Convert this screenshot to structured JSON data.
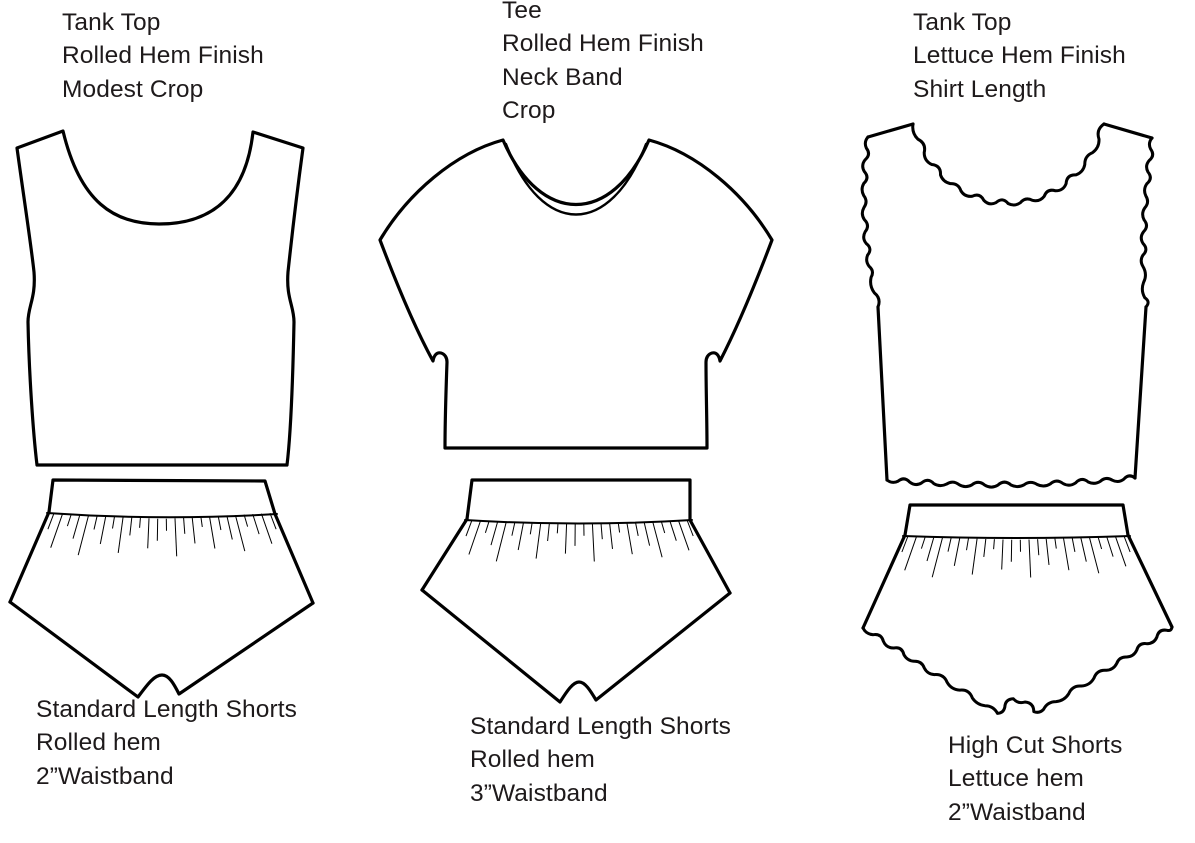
{
  "palette": {
    "background": "#ffffff",
    "line": "#000000",
    "text": "#1e1a1b"
  },
  "columns": [
    {
      "top_label": {
        "lines": [
          "Tank Top",
          "Rolled Hem Finish",
          "Modest Crop"
        ]
      },
      "top_garment": "tank-top-rolled-hem-modest-crop",
      "bottom_garment": "standard-length-shorts-2in-waistband",
      "bottom_label": {
        "lines": [
          "Standard Length Shorts",
          "Rolled hem",
          "2”Waistband"
        ]
      }
    },
    {
      "top_label": {
        "lines": [
          "Tee",
          "Rolled Hem Finish",
          "Neck Band",
          "Crop"
        ]
      },
      "top_garment": "tee-rolled-hem-neck-band-crop",
      "bottom_garment": "standard-length-shorts-3in-waistband",
      "bottom_label": {
        "lines": [
          "Standard Length Shorts",
          "Rolled hem",
          "3”Waistband"
        ]
      }
    },
    {
      "top_label": {
        "lines": [
          "Tank Top",
          "Lettuce Hem Finish",
          "Shirt Length"
        ]
      },
      "top_garment": "tank-top-lettuce-hem-shirt-length",
      "bottom_garment": "high-cut-shorts-2in-waistband",
      "bottom_label": {
        "lines": [
          "High Cut Shorts",
          "Lettuce hem",
          "2”Waistband"
        ]
      }
    }
  ]
}
